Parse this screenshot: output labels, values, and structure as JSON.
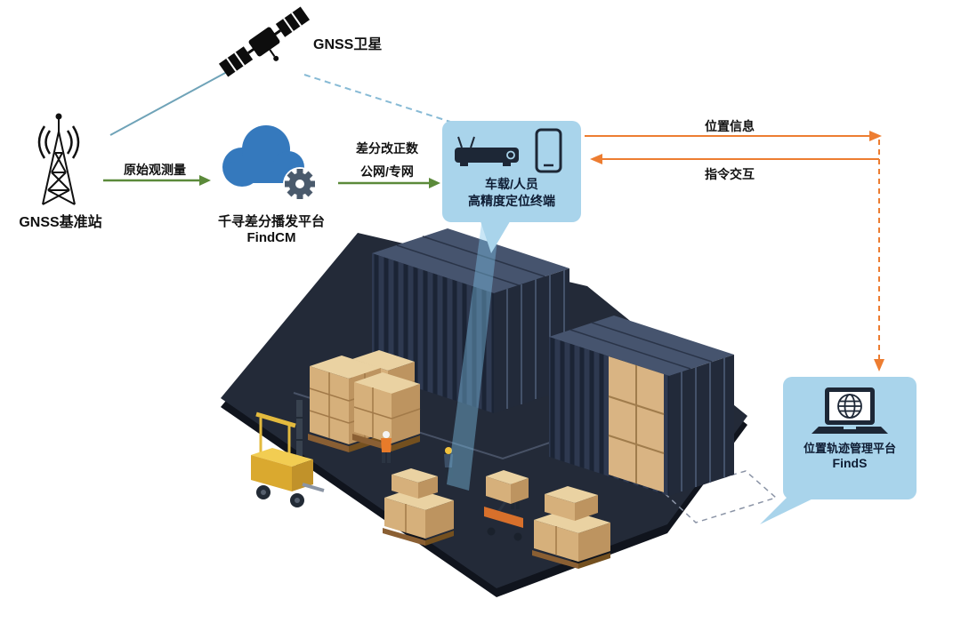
{
  "colors": {
    "bubble_bg": "#a9d4eb",
    "green_arrow": "#5b8a3a",
    "orange_arrow": "#ed7d31",
    "blue_solid_line": "#6fa3b8",
    "blue_dashed_line": "#87bad5",
    "navy_icon": "#1d2736",
    "cloud_blue": "#3579bd",
    "platform_dark": "#232a38"
  },
  "nodes": {
    "satellite": {
      "label": "GNSS卫星"
    },
    "base_station": {
      "label": "GNSS基准站"
    },
    "cloud": {
      "name": "千寻差分播发平台",
      "product": "FindCM"
    },
    "terminal": {
      "line1": "车载/人员",
      "line2": "高精度定位终端"
    },
    "platform": {
      "name": "位置轨迹管理平台",
      "product": "FindS"
    }
  },
  "edges": {
    "raw_obs": {
      "label": "原始观测量"
    },
    "correction": {
      "line1": "差分改正数",
      "line2": "公网/专网"
    },
    "location": {
      "label": "位置信息"
    },
    "command": {
      "label": "指令交互"
    }
  }
}
